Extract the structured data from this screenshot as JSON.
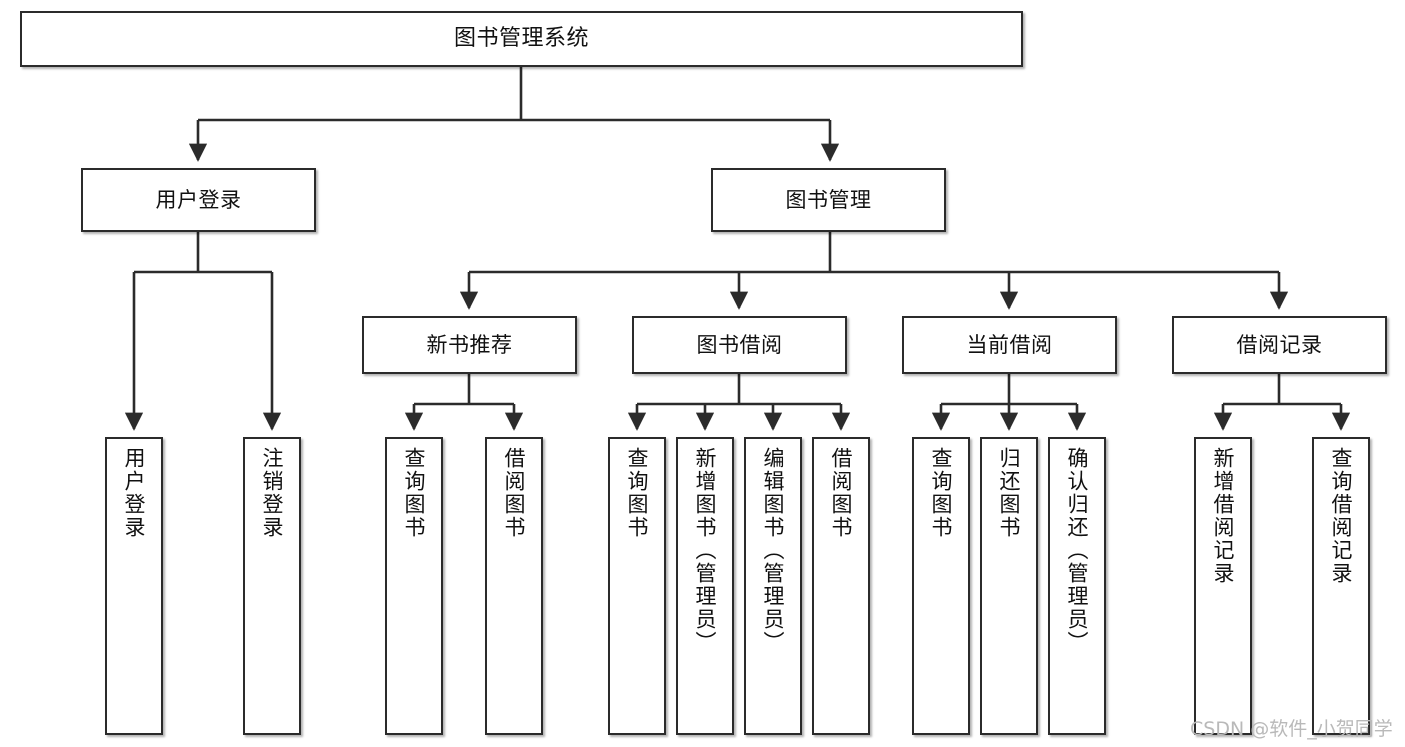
{
  "diagram": {
    "type": "tree-hierarchy",
    "title": "图书管理系统",
    "watermark": "CSDN @软件_小贺同学",
    "colors": {
      "box_border": "#2b2b2b",
      "box_fill": "#ffffff",
      "connector": "#2b2b2b",
      "text": "#111111",
      "watermark": "#b9b9b9",
      "background": "#ffffff"
    },
    "nodes": {
      "root": {
        "label": "图书管理系统"
      },
      "level2": [
        {
          "id": "user-login",
          "label": "用户登录"
        },
        {
          "id": "book-manage",
          "label": "图书管理"
        }
      ],
      "level3": [
        {
          "id": "new-book-recommend",
          "label": "新书推荐"
        },
        {
          "id": "book-borrow",
          "label": "图书借阅"
        },
        {
          "id": "current-borrow",
          "label": "当前借阅"
        },
        {
          "id": "borrow-record",
          "label": "借阅记录"
        }
      ],
      "leaves": {
        "user_login": [
          {
            "id": "leaf-user-login",
            "label": "用户登录"
          },
          {
            "id": "leaf-logout-login",
            "label": "注销登录"
          }
        ],
        "new_book_recommend": [
          {
            "id": "leaf-query-book-1",
            "label": "查询图书"
          },
          {
            "id": "leaf-borrow-book-1",
            "label": "借阅图书"
          }
        ],
        "book_borrow": [
          {
            "id": "leaf-query-book-2",
            "label": "查询图书"
          },
          {
            "id": "leaf-add-book",
            "label": "新增图书（管理员）"
          },
          {
            "id": "leaf-edit-book",
            "label": "编辑图书（管理员）"
          },
          {
            "id": "leaf-borrow-book-2",
            "label": "借阅图书"
          }
        ],
        "current_borrow": [
          {
            "id": "leaf-query-book-3",
            "label": "查询图书"
          },
          {
            "id": "leaf-return-book",
            "label": "归还图书"
          },
          {
            "id": "leaf-confirm-return",
            "label": "确认归还（管理员）"
          }
        ],
        "borrow_record": [
          {
            "id": "leaf-add-record",
            "label": "新增借阅记录"
          },
          {
            "id": "leaf-query-record",
            "label": "查询借阅记录"
          }
        ]
      }
    }
  }
}
